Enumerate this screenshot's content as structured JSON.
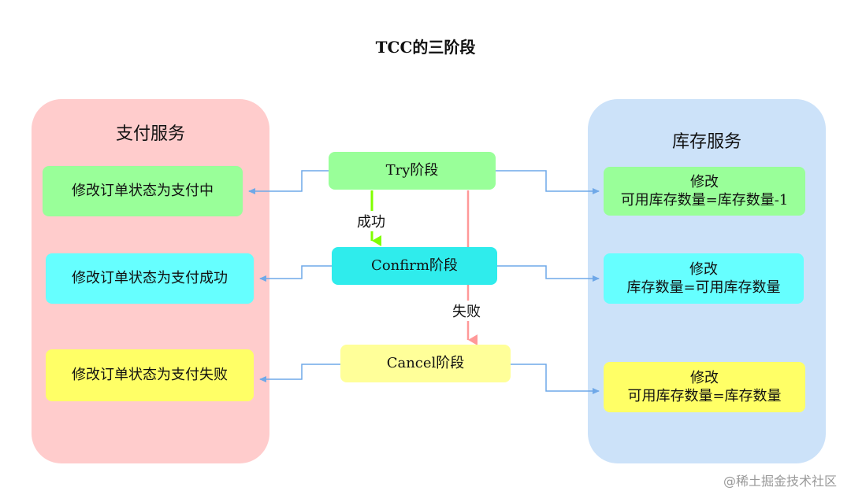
{
  "title": "TCC的三阶段",
  "left_panel": {
    "title": "支付服务",
    "boxes": [
      "修改订单状态为支付中",
      "修改订单状态为支付成功",
      "修改订单状态为支付失败"
    ]
  },
  "right_panel": {
    "title": "库存服务",
    "boxes": [
      {
        "line1": "修改",
        "line2": "可用库存数量=库存数量-1"
      },
      {
        "line1": "修改",
        "line2": "库存数量=可用库存数量"
      },
      {
        "line1": "修改",
        "line2": "可用库存数量=库存数量"
      }
    ]
  },
  "phases": {
    "try": "Try阶段",
    "confirm": "Confirm阶段",
    "cancel": "Cancel阶段"
  },
  "edge_labels": {
    "success": "成功",
    "failure": "失败"
  },
  "watermark": "@稀土掘金技术社区",
  "colors": {
    "left_panel": "#ffcccc",
    "right_panel": "#cce2f9",
    "green": "#99ff99",
    "cyan": "#66ffff",
    "yellow": "#ffff66",
    "blue_arrow": "#6fa8e8",
    "success_arrow": "#80ff00",
    "failure_arrow": "#ff9999"
  }
}
